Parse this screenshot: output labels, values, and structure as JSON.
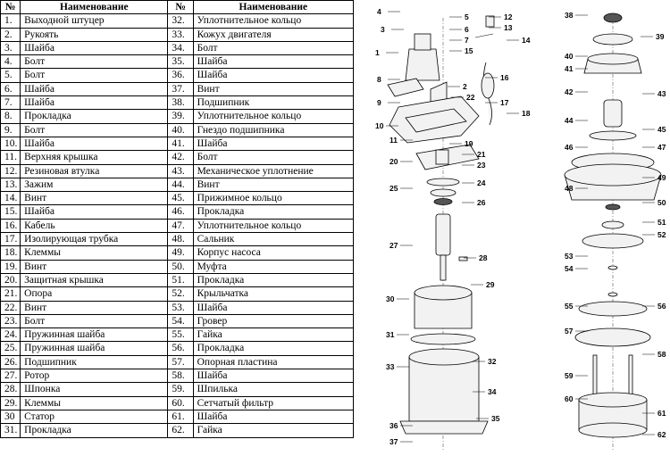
{
  "table": {
    "headers": [
      "№",
      "Наименование",
      "№",
      "Наименование"
    ],
    "rows": [
      [
        "1.",
        "Выходной штуцер",
        "32.",
        "Уплотнительное кольцо"
      ],
      [
        "2.",
        "Рукоять",
        "33.",
        "Кожух двигателя"
      ],
      [
        "3.",
        "Шайба",
        "34.",
        "Болт"
      ],
      [
        "4.",
        "Болт",
        "35.",
        "Шайба"
      ],
      [
        "5.",
        "Болт",
        "36.",
        "Шайба"
      ],
      [
        "6.",
        "Шайба",
        "37.",
        "Винт"
      ],
      [
        "7.",
        "Шайба",
        "38.",
        "Подшипник"
      ],
      [
        "8.",
        "Прокладка",
        "39.",
        "Уплотнительное кольцо"
      ],
      [
        "9.",
        "Болт",
        "40.",
        "Гнездо подшипника"
      ],
      [
        "10.",
        "Шайба",
        "41.",
        "Шайба"
      ],
      [
        "11.",
        "Верхняя крышка",
        "42.",
        "Болт"
      ],
      [
        "12.",
        "Резиновая втулка",
        "43.",
        "Механическое уплотнение"
      ],
      [
        "13.",
        "Зажим",
        "44.",
        "Винт"
      ],
      [
        "14.",
        "Винт",
        "45.",
        "Прижимное кольцо"
      ],
      [
        "15.",
        "Шайба",
        "46.",
        "Прокладка"
      ],
      [
        "16.",
        "Кабель",
        "47.",
        "Уплотнительное кольцо"
      ],
      [
        "17.",
        "Изолирующая трубка",
        "48.",
        "Сальник"
      ],
      [
        "18.",
        "Клеммы",
        "49.",
        "Корпус насоса"
      ],
      [
        "19.",
        "Винт",
        "50.",
        "Муфта"
      ],
      [
        "20.",
        "Защитная крышка",
        "51.",
        "Прокладка"
      ],
      [
        "21.",
        "Опора",
        "52.",
        "Крыльчатка"
      ],
      [
        "22.",
        "Винт",
        "53.",
        "Шайба"
      ],
      [
        "23.",
        "Болт",
        "54.",
        "Гровер"
      ],
      [
        "24.",
        "Пружинная шайба",
        "55.",
        "Гайка"
      ],
      [
        "25.",
        "Пружинная шайба",
        "56.",
        "Прокладка"
      ],
      [
        "26.",
        "Подшипник",
        "57.",
        "Опорная пластина"
      ],
      [
        "27.",
        "Ротор",
        "58.",
        "Шайба"
      ],
      [
        "28.",
        "Шпонка",
        "59.",
        "Шпилька"
      ],
      [
        "29.",
        "Клеммы",
        "60.",
        "Сетчатый фильтр"
      ],
      [
        "30",
        "Статор",
        "61.",
        "Шайба"
      ],
      [
        "31.",
        "Прокладка",
        "62.",
        "Гайка"
      ]
    ]
  },
  "diagram": {
    "callouts": [
      "1",
      "2",
      "3",
      "4",
      "5",
      "6",
      "7",
      "8",
      "9",
      "10",
      "11",
      "12",
      "13",
      "14",
      "15",
      "16",
      "17",
      "18",
      "19",
      "20",
      "21",
      "22",
      "23",
      "24",
      "25",
      "26",
      "27",
      "28",
      "29",
      "30",
      "31",
      "32",
      "33",
      "34",
      "35",
      "36",
      "37",
      "38",
      "39",
      "40",
      "41",
      "42",
      "43",
      "44",
      "45",
      "46",
      "47",
      "48",
      "49",
      "50",
      "51",
      "52",
      "53",
      "54",
      "55",
      "56",
      "57",
      "58",
      "59",
      "60",
      "61",
      "62"
    ]
  }
}
